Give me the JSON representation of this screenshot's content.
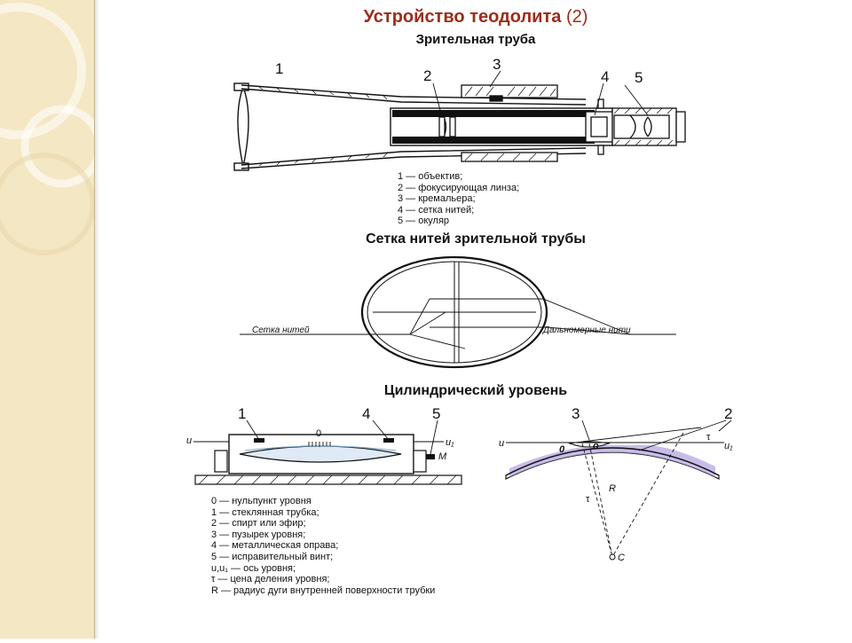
{
  "slide": {
    "title_main": "Устройство теодолита",
    "title_num": "(2)"
  },
  "telescope": {
    "subtitle": "Зрительная труба",
    "callouts": [
      "1",
      "2",
      "3",
      "4",
      "5"
    ],
    "legend": [
      "1 — объектив;",
      "2 — фокусирующая линза;",
      "3 — кремальера;",
      "4 — сетка нитей;",
      "5 — окуляр"
    ]
  },
  "reticle": {
    "subtitle": "Сетка нитей зрительной трубы",
    "label_left": "Сетка нитей",
    "label_right": "Дальномерные нити"
  },
  "level": {
    "subtitle": "Цилиндрический уровень",
    "left_callouts": [
      "1",
      "4",
      "5"
    ],
    "right_callouts": [
      "3",
      "2"
    ],
    "zero_mark": "0",
    "axis_u": "u",
    "axis_u1": "u₁",
    "label_M": "M",
    "label_tau": "τ",
    "label_R": "R",
    "label_C": "C",
    "label_o": "o",
    "label_o_bold": "0",
    "legend": [
      "0 — нульпункт уровня",
      "1 — стеклянная трубка;",
      "2 — спирт или эфир;",
      "3 — пузырек уровня;",
      "4 — металлическая оправа;",
      "5 — исправительный винт;",
      "u,u₁ — ось уровня;",
      "τ — цена деления уровня;",
      "R — радиус дуги внутренней поверхности трубки"
    ]
  },
  "colors": {
    "title": "#9b2d1b",
    "side_band": "#f4e7c3",
    "liquid": "#b6a6e0",
    "vial": "#dfeaf6"
  }
}
